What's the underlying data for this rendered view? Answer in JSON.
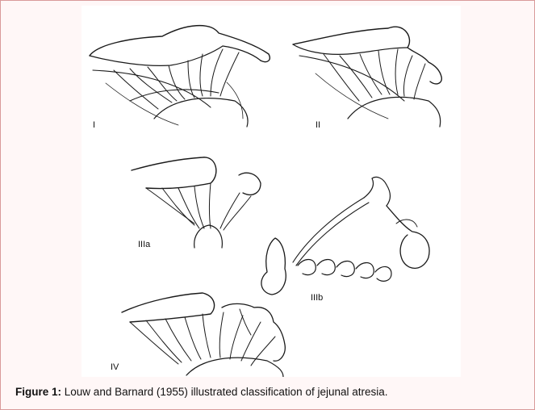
{
  "figure": {
    "panel_labels": {
      "type_1": "I",
      "type_2": "II",
      "type_3a": "IIIa",
      "type_3b": "IIIb",
      "type_4": "IV"
    },
    "caption": {
      "label": "Figure 1:",
      "text": "Louw and Barnard (1955) illustrated classification of jejunal atresia."
    }
  }
}
